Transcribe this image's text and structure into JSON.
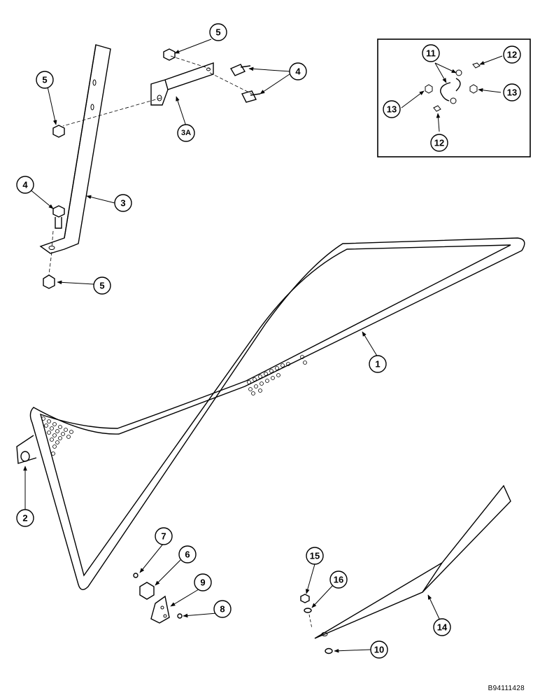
{
  "callouts": [
    "1",
    "2",
    "3",
    "3A",
    "4",
    "4",
    "5",
    "5",
    "5",
    "6",
    "7",
    "8",
    "9",
    "10",
    "11",
    "12",
    "12",
    "13",
    "13",
    "14",
    "15",
    "16"
  ],
  "figure_code": "B94111428"
}
